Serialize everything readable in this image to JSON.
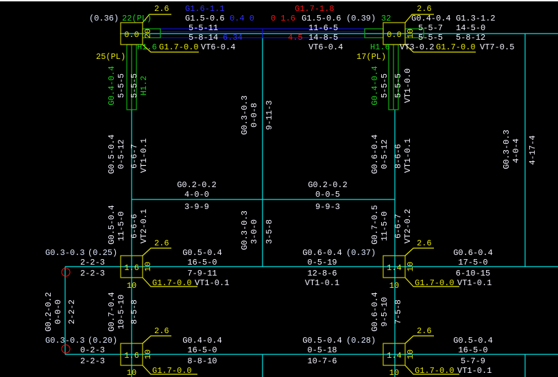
{
  "colors": {
    "background": "#000000",
    "axis": "#00e8e8",
    "column": "#c8c800",
    "beam_highlight": "#1010d0",
    "wall": "#10b010",
    "text": "#f4f4ff"
  },
  "top_left": {
    "ratio": "(0.36)",
    "dim": "2.6",
    "pl_top": "22(PL)",
    "value": "0.0",
    "side": "20",
    "pl_bottom": "25(PL)",
    "h": "H1.6",
    "g": "G1.7-0.0",
    "vt": "VT6-0.4"
  },
  "beam_top_1": {
    "blue1": "G1.6-1.1",
    "g": "G1.5-0.6",
    "blue2": "0.4 0",
    "l1": "5-5-11",
    "l2": "5-8-14",
    "blue3": "6.34",
    "vt": "VT6-0.4"
  },
  "beam_top_2": {
    "red1": "G1.7-1.8",
    "red2": "0 1.6",
    "g": "G1.5-0.6",
    "l1": "11-6-5",
    "l2": "14-8-5",
    "red3": "4.5",
    "vt": "VT6-0.4"
  },
  "top_right": {
    "ratio": "(0.39)",
    "n": "32",
    "value": "0.0",
    "side": "10",
    "dim": "2.6",
    "g0": "G0.4-0.4",
    "l1": "5-5-7",
    "l2": "5-5-5",
    "pl": "17(PL)",
    "h": "H1.6",
    "vt": "VT3-0.2",
    "g": "G1.7-0.0"
  },
  "beam_top_3": {
    "g": "G1.3-1.2",
    "l1": "14-5-0",
    "l2": "5-8-12",
    "vt": "VT7-0.5"
  },
  "col_top_left": {
    "g": "G0.4-0.4",
    "a": "5-5-5",
    "b": "5-5-5",
    "h": "H1.2"
  },
  "col_top_right": {
    "g": "G0.4-0.4",
    "a": "5-5-5",
    "b": "5-5-5",
    "vt": "VT1-0.0"
  },
  "mid_beam_upper": {
    "g": "G0.3-0.3",
    "a": "0-0-8",
    "b": "9-11-3"
  },
  "left_col_upper": {
    "g": "G0.5-0.4",
    "a": "0-5-12",
    "b": "6-6-7",
    "vt": "VT1-0.1"
  },
  "right_col_upper": {
    "g": "G0.6-0.4",
    "a": "0-5-12",
    "b": "8-6-6",
    "vt": "VT1-0.1"
  },
  "far_right": {
    "g": "G0.3-0.3",
    "a": "4-0-4",
    "b": "4-17-4"
  },
  "sec_beam_left": {
    "g": "G0.2-0.2",
    "a": "4-0-0",
    "b": "3-9-9"
  },
  "sec_beam_right": {
    "g": "G0.2-0.2",
    "a": "0-0-5",
    "b": "9-9-3"
  },
  "left_col_lower": {
    "g": "G0.5-0.4",
    "a": "11-5-0",
    "b": "6-6-6",
    "vt": "VT2-0.1"
  },
  "mid_beam_lower": {
    "g": "G0.3-0.3",
    "a": "3-0-0",
    "b": "3-5-8"
  },
  "right_col_lower": {
    "g": "G0.7-0.5",
    "a": "11-5-0",
    "b": "6-6-7",
    "vt": "VT2-0.2"
  },
  "col_a": {
    "ratio": "(0.25)",
    "dim": "2.6",
    "value": "1.6",
    "side": "10",
    "bottom": "10",
    "g": "G1.7-0.0",
    "vt": "VT1-0.1"
  },
  "col_b": {
    "ratio": "(0.20)",
    "dim": "2.6",
    "value": "1.6",
    "side": "10",
    "bottom": "10",
    "g": "G1.7-0.0"
  },
  "col_c": {
    "ratio": "(0.37)",
    "dim": "2.6",
    "value": "1.4",
    "side": "10",
    "bottom": "10",
    "g": "G1.7-0.0",
    "vt": "VT1-0.1"
  },
  "col_d": {
    "ratio": "(0.28)",
    "dim": "2.6",
    "value": "1.4",
    "side": "10",
    "bottom": "10",
    "g": "G1.7-0.0",
    "vt": "VT1-0.1"
  },
  "beam_a_left": {
    "g": "G0.3-0.3",
    "a": "2-2-3",
    "b": "2-2-3"
  },
  "beam_b_left": {
    "g": "G0.3-0.3",
    "a": "0-2-3",
    "b": "2-2-3"
  },
  "beam_a_1": {
    "g": "G0.5-0.4",
    "a": "16-5-0",
    "b": "7-9-11"
  },
  "beam_a_2": {
    "g": "G0.6-0.4",
    "a": "0-5-19",
    "b": "12-8-6",
    "vt": "VT1-0.1"
  },
  "beam_a_3": {
    "g": "G0.6-0.4",
    "a": "17-5-0",
    "b": "6-10-15"
  },
  "beam_b_1": {
    "g": "G0.4-0.4",
    "a": "16-5-0",
    "b": "8-8-10"
  },
  "beam_b_2": {
    "g": "G0.5-0.4",
    "a": "0-5-18",
    "b": "10-7-6"
  },
  "beam_b_3": {
    "g": "G0.5-0.4",
    "a": "16-5-0",
    "b": "5-7-9"
  },
  "left_edge": {
    "g": "G0.2-0.2",
    "a": "0-0-0",
    "b": "2-2-2"
  },
  "col_ab": {
    "g": "G0.7-0.4",
    "a": "10-5-10",
    "b": "8-5-8"
  },
  "col_cd": {
    "g": "G0.6-0.4",
    "a": "9-5-10",
    "b": "7-5-8"
  }
}
